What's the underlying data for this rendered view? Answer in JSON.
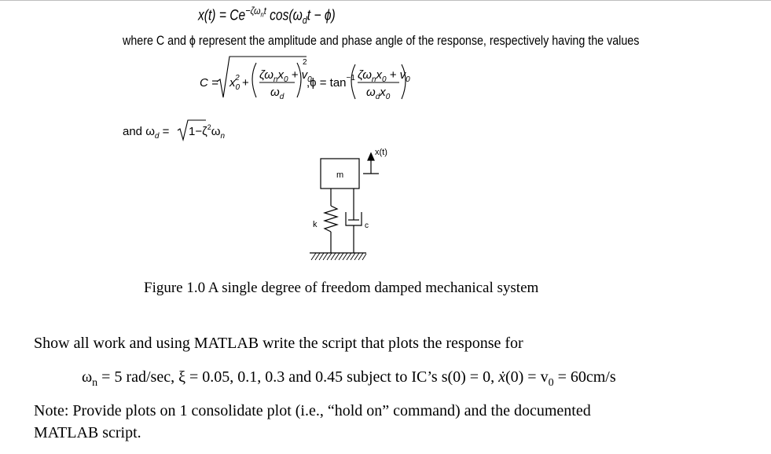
{
  "equations": {
    "response": "x(t) = Ce",
    "response_exp": "−ζω",
    "response_exp_sub": "n",
    "response_exp_t": "t",
    "response_rest": " cos(ω",
    "response_rest_sub": "d",
    "response_rest_end": "t − ϕ)",
    "C_lhs": "C =",
    "x0": "x",
    "x0_sub": "0",
    "x0_sup": "2",
    "plus": "+",
    "frac1_num": "ζω",
    "frac1_num_sub": "n",
    "frac1_num_mid": "x",
    "frac1_num_mid_sub": "0",
    "frac1_num_end": " + v",
    "frac1_num_end_sub": "0",
    "frac1_den": "ω",
    "frac1_den_sub": "d",
    "square": "2",
    "phi_lhs": ",ϕ = tan",
    "phi_sup": "−1",
    "frac2_den": "ω",
    "frac2_den_sub": "d",
    "frac2_den_mid": "x",
    "frac2_den_mid_sub": "0",
    "wd_and": "and  ω",
    "wd_sub": "d",
    "wd_eq": " = ",
    "wd_rad": "1−ζ",
    "wd_rad_sup": "2",
    "wd_end": "ω",
    "wd_end_sub": "n"
  },
  "text": {
    "where": "where C and ϕ represent the amplitude and phase angle of the response, respectively having the values",
    "caption": "Figure 1.0  A single degree of freedom damped mechanical system",
    "show": "Show all work and using MATLAB write the script that plots the response for",
    "params_a": "ω",
    "params_a_sub": "n",
    "params_b": " = 5 rad/sec, ξ = 0.05, 0.1, 0.3 and 0.45 subject to IC’s  s(0) = 0, ",
    "params_xdot": "ẋ",
    "params_c": "(0) = v",
    "params_c_sub": "0",
    "params_d": " = 60cm/s",
    "note_line1": "Note:  Provide plots on 1 consolidate plot (i.e., “hold on” command) and the documented",
    "note_line2": "MATLAB script."
  },
  "figure": {
    "mass_label": "m",
    "spring_label": "k",
    "damper_label": "c",
    "disp_label": "x(t)"
  }
}
